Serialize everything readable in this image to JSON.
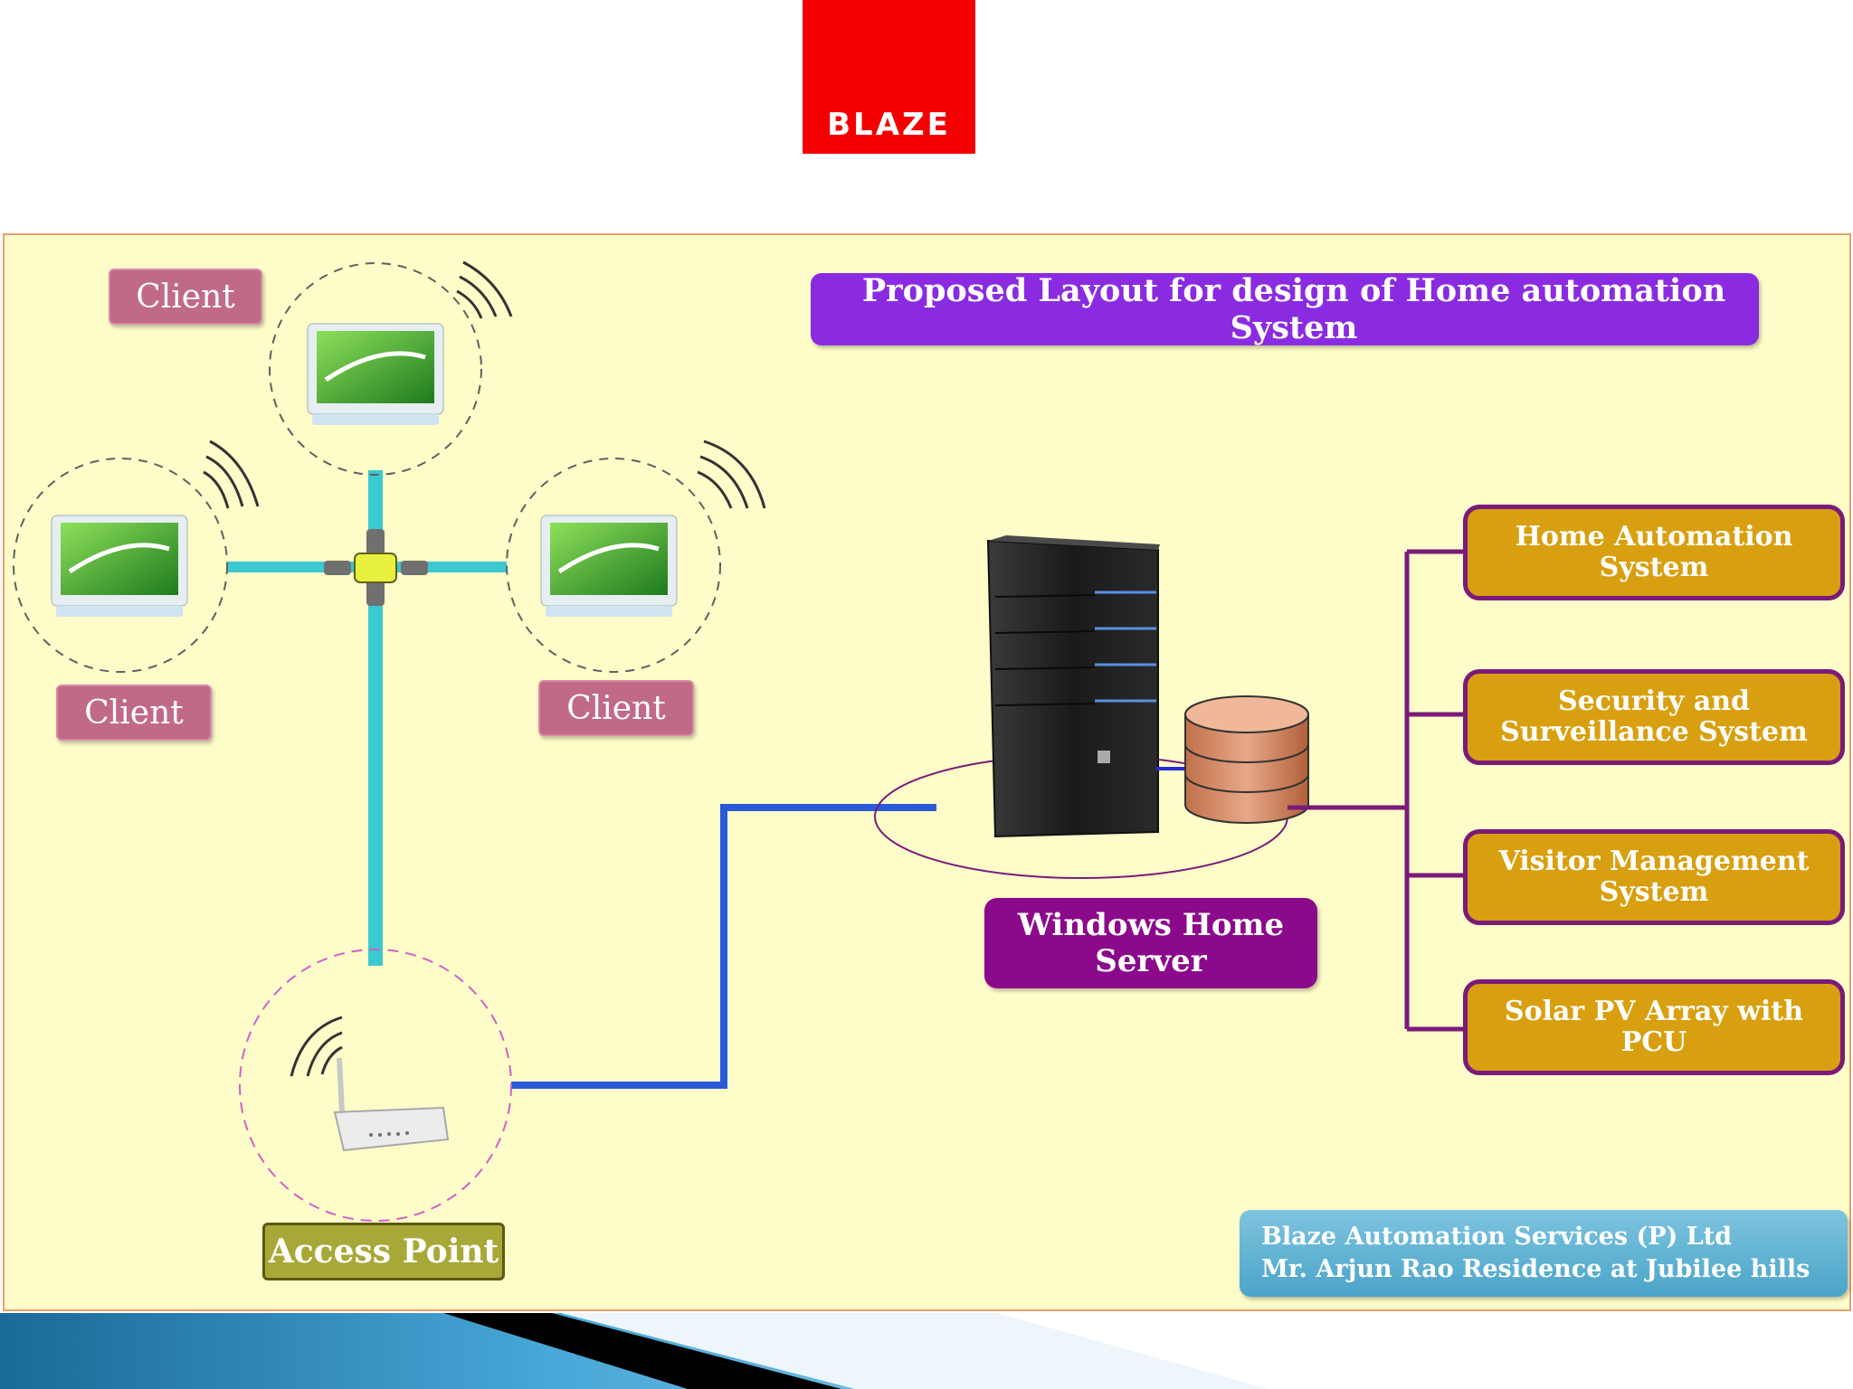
{
  "logo": {
    "text": "BLAZE"
  },
  "title": "Proposed Layout for design of Home automation System",
  "clients": [
    {
      "label": "Client"
    },
    {
      "label": "Client"
    },
    {
      "label": "Client"
    }
  ],
  "access_point": {
    "label": "Access Point"
  },
  "server": {
    "label_line1": "Windows Home",
    "label_line2": "Server"
  },
  "subsystems": [
    {
      "line1": "Home Automation",
      "line2": "System"
    },
    {
      "line1": "Security and",
      "line2": "Surveillance System"
    },
    {
      "line1": "Visitor Management",
      "line2": "System"
    },
    {
      "line1": "Solar PV Array with",
      "line2": "PCU"
    }
  ],
  "footer": {
    "line1": "Blaze Automation Services (P) Ltd",
    "line2": "Mr. Arjun Rao Residence at Jubilee hills"
  },
  "colors": {
    "logo_red": "#f40000",
    "panel_bg": "#fefcc8",
    "client_label": "#c06a88",
    "title_purple": "#8a2be2",
    "subsystem_gold": "#d8a010",
    "server_label": "#8b0a8b",
    "network_cyan": "#3cc8d0",
    "link_blue": "#2a5ad8"
  }
}
